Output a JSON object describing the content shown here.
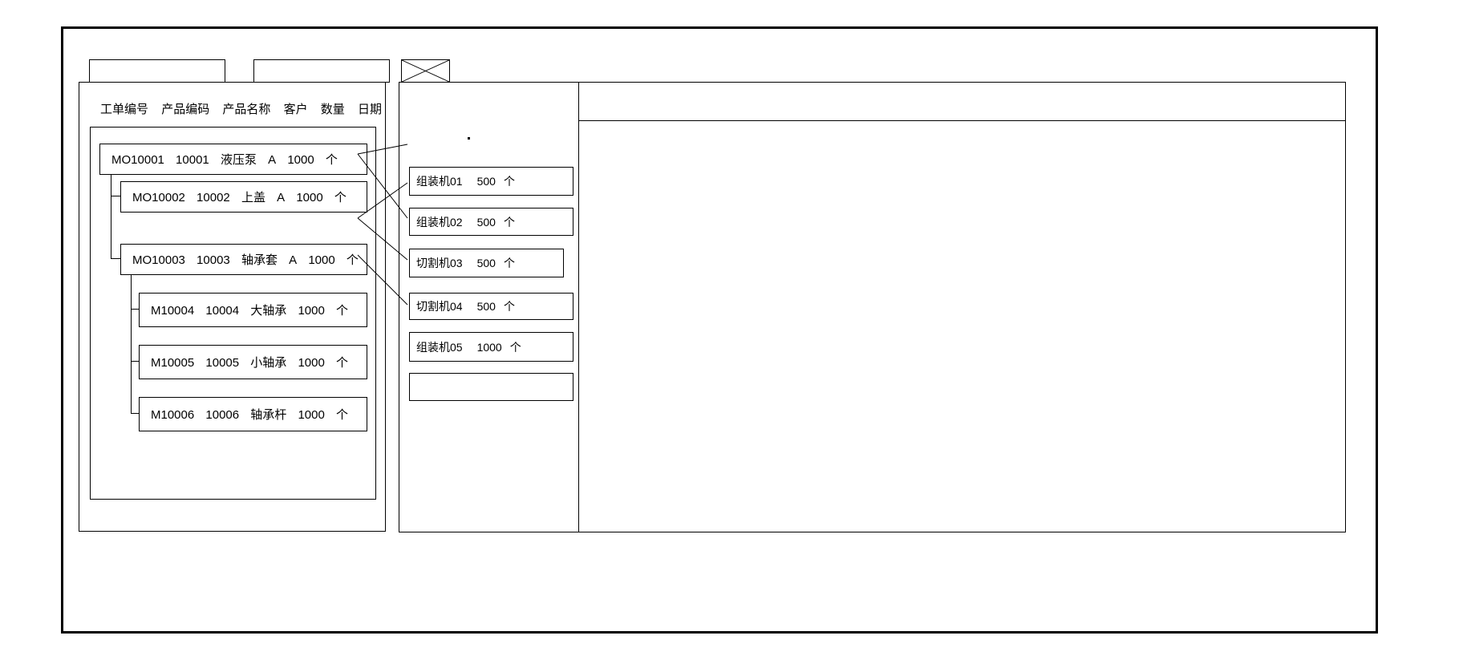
{
  "window": {
    "title": ""
  },
  "toolbar": {
    "field1_value": "",
    "field1_placeholder": "",
    "field2_value": "",
    "field2_placeholder": "",
    "image_placeholder_label": "image-placeholder"
  },
  "left_panel": {
    "columns": [
      "工单编号",
      "产品编码",
      "产品名称",
      "客户",
      "数量",
      "日期"
    ],
    "rows": [
      {
        "level": 0,
        "order_no": "MO10001",
        "product_code": "10001",
        "product_name": "液压泵",
        "customer": "A",
        "quantity": "1000",
        "unit": "个",
        "date": ""
      },
      {
        "level": 1,
        "order_no": "MO10002",
        "product_code": "10002",
        "product_name": "上盖",
        "customer": "A",
        "quantity": "1000",
        "unit": "个",
        "date": ""
      },
      {
        "level": 1,
        "order_no": "MO10003",
        "product_code": "10003",
        "product_name": "轴承套",
        "customer": "A",
        "quantity": "1000",
        "unit": "个",
        "date": ""
      },
      {
        "level": 2,
        "order_no": "M10004",
        "product_code": "10004",
        "product_name": "大轴承",
        "customer": "",
        "quantity": "1000",
        "unit": "个",
        "date": ""
      },
      {
        "level": 2,
        "order_no": "M10005",
        "product_code": "10005",
        "product_name": "小轴承",
        "customer": "",
        "quantity": "1000",
        "unit": "个",
        "date": ""
      },
      {
        "level": 2,
        "order_no": "M10006",
        "product_code": "10006",
        "product_name": "轴承杆",
        "customer": "",
        "quantity": "1000",
        "unit": "个",
        "date": ""
      }
    ]
  },
  "mid_panel": {
    "marker": "",
    "machines": [
      {
        "name": "组装机01",
        "quantity": "500",
        "unit": "个"
      },
      {
        "name": "组装机02",
        "quantity": "500",
        "unit": "个"
      },
      {
        "name": "切割机03",
        "quantity": "500",
        "unit": "个"
      },
      {
        "name": "切割机04",
        "quantity": "500",
        "unit": "个"
      },
      {
        "name": "组装机05",
        "quantity": "1000",
        "unit": "个"
      },
      {
        "name": "",
        "quantity": "",
        "unit": ""
      }
    ]
  },
  "right_panel": {
    "header_text": "",
    "body_text": ""
  },
  "colors": {
    "stroke": "#000000",
    "background": "#ffffff"
  }
}
